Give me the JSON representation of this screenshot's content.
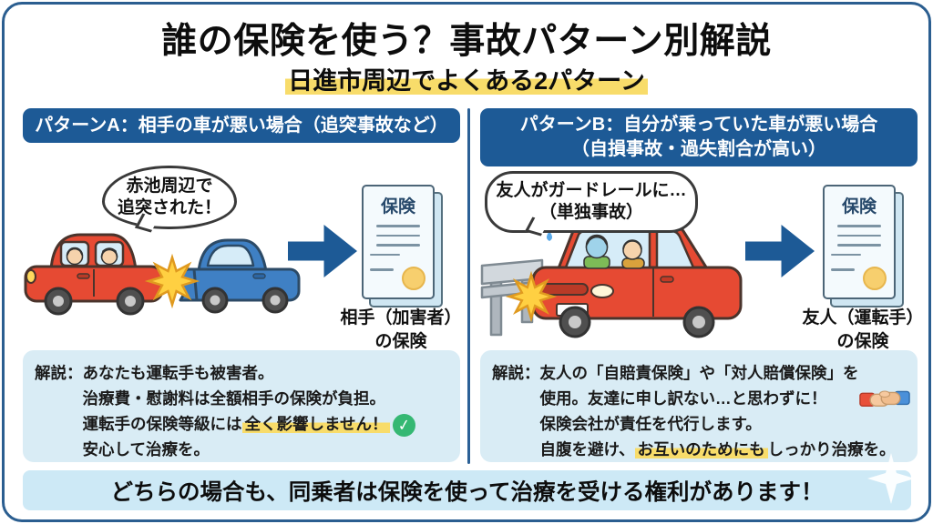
{
  "title": "誰の保険を使う？事故パターン別解説",
  "subtitle": "日進市周辺でよくある2パターン",
  "pattern_a": {
    "header": "パターンA：相手の車が悪い場合（追突事故など）",
    "bubble_line1": "赤池周辺で",
    "bubble_line2": "追突された！",
    "doc_label": "保険",
    "caption_line1": "相手（加害者）",
    "caption_line2": "の保険",
    "exp_prefix": "解説：",
    "exp_line1": "あなたも運転手も被害者。",
    "exp_line2": "治療費・慰謝料は全額相手の保険が負担。",
    "exp_line3_pre": "運転手の保険等級には",
    "exp_line3_hl": "全く影響しません！",
    "exp_line4": "安心して治療を。"
  },
  "pattern_b": {
    "header_line1": "パターンB：自分が乗っていた車が悪い場合",
    "header_line2": "（自損事故・過失割合が高い）",
    "bubble_line1": "友人がガードレールに…",
    "bubble_line2": "（単独事故）",
    "doc_label": "保険",
    "caption_line1": "友人（運転手）",
    "caption_line2": "の保険",
    "exp_prefix": "解説：",
    "exp_line1": "友人の「自賠責保険」や「対人賠償保険」を",
    "exp_line2": "使用。友達に申し訳ない…と思わずに！",
    "exp_line3": "保険会社が責任を代行します。",
    "exp_line4_pre": "自腹を避け、",
    "exp_line4_hl": "お互いのためにも",
    "exp_line4_post": "しっかり治療を。"
  },
  "footer_banner": "どちらの場合も、同乗者は保険を使って治療を受ける権利があります！",
  "icons": {
    "check": "✓"
  },
  "colors": {
    "header_blue": "#1d5a96",
    "arrow_blue": "#1d5a96",
    "divider_blue": "#2b6096",
    "explain_box_bg": "#d9ecf5",
    "banner_bg": "#cde9f6",
    "highlight_yellow": "#f8dc6a",
    "check_green": "#35b873",
    "car_red": "#e64a33",
    "car_blue": "#3f80c4",
    "seal_yellow": "#f7cf6e"
  }
}
